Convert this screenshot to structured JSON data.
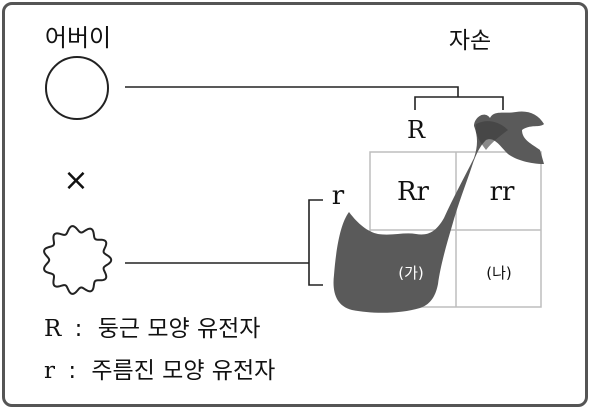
{
  "labels": {
    "parents": "어버이",
    "offspring": "자손",
    "cross": "×",
    "allele_R": "R",
    "allele_r": "r",
    "cell_Rr": "Rr",
    "cell_rr": "rr",
    "cell_ga": "(가)",
    "cell_na": "(나)"
  },
  "legend": [
    {
      "allele": "R",
      "sep": ":",
      "text": "둥근 모양 유전자"
    },
    {
      "allele": "r",
      "sep": ":",
      "text": "주름진 모양 유전자"
    }
  ],
  "colors": {
    "border": "#555555",
    "line": "#222222",
    "grid": "#bdbdbd",
    "ink_blot": "#5a5a5a",
    "ink_blot_dark": "#3a3a3a"
  }
}
